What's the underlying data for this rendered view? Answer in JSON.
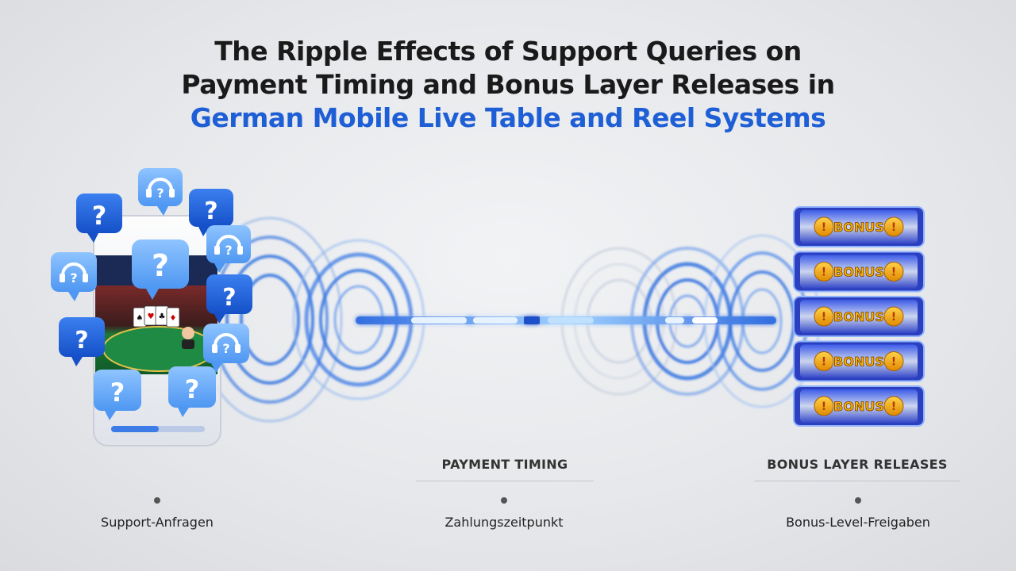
{
  "headline": {
    "line1": "The Ripple Effects of Support Queries on",
    "line2": "Payment Timing and Bonus Layer Releases in",
    "line3": "German Mobile Live Table and Reel Systems"
  },
  "colors": {
    "title": "#1a1a1a",
    "accent": "#1f5fd6",
    "ripple": "#2d6fe0"
  },
  "reel_tiles": {
    "label": "BONUS",
    "count": 5
  },
  "captions": {
    "payment": "PAYMENT TIMING",
    "bonus": "BONUS LAYER RELEASES"
  },
  "stages": [
    {
      "label": "Support-Anfragen"
    },
    {
      "label": "Zahlungszeitpunkt"
    },
    {
      "label": "Bonus-Level-Freigaben"
    }
  ],
  "icons": [
    "question-bubble-icon",
    "headset-bubble-icon",
    "playing-card-icon",
    "bonus-coin-icon"
  ]
}
